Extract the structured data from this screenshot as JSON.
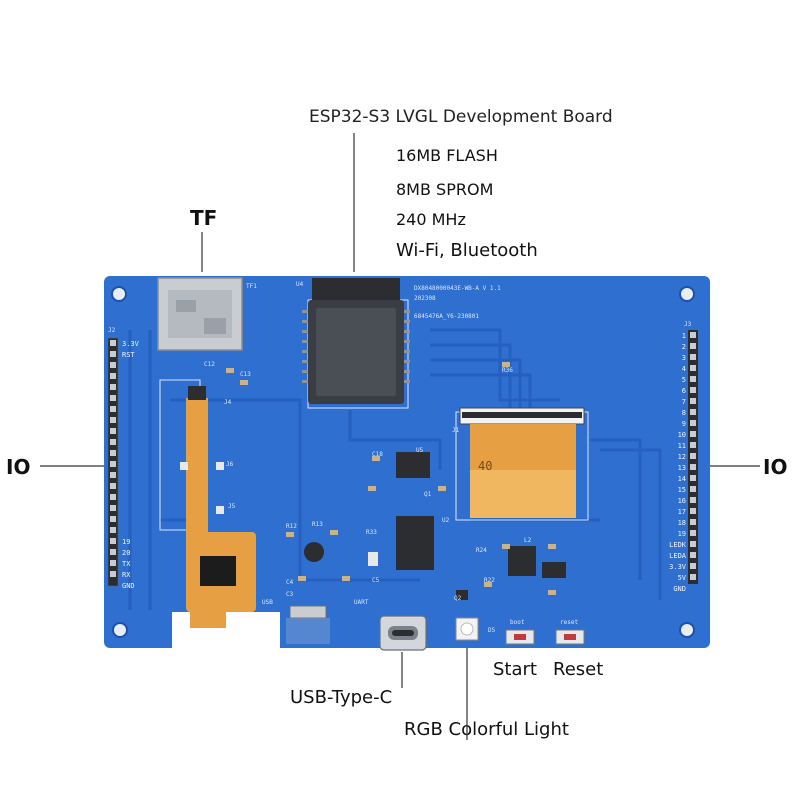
{
  "diagram": {
    "board_title": "ESP32-S3 LVGL Development Board",
    "specs": [
      "16MB FLASH",
      "8MB SPROM",
      "240 MHz",
      "Wi-Fi, Bluetooth"
    ],
    "callouts": {
      "tf": "TF",
      "io_left": "IO",
      "io_right": "IO",
      "usb_type_c": "USB-Type-C",
      "rgb_light": "RGB Colorful Light",
      "start": "Start",
      "reset": "Reset"
    },
    "silkscreen": {
      "model": "DX8048000043E-WB-A V 1.1",
      "date": "202308",
      "serial": "6845476A_Y6-230801",
      "u4": "U4",
      "tf1": "TF1",
      "j1": "J1",
      "j2": "J2",
      "j3": "J3",
      "j4": "J4",
      "j5": "J5",
      "j6": "J6",
      "usb": "USB",
      "uart": "UART",
      "boot": "boot",
      "reset": "reset",
      "q1": "Q1",
      "q2": "Q2",
      "u2": "U2",
      "u5": "U5",
      "l2": "L2",
      "d5": "D5",
      "r12": "R12",
      "r13": "R13",
      "r24": "R24",
      "r22": "R22",
      "r33": "R33",
      "r36": "R36",
      "c3": "C3",
      "c4": "C4",
      "c5": "C5",
      "c12": "C12",
      "c13": "C13",
      "c18": "C18",
      "fpc_mark": "40"
    },
    "left_header_pins": [
      "3.3V",
      "RST",
      "",
      "",
      "",
      "",
      "",
      "",
      "",
      "",
      "",
      "",
      "",
      "",
      "",
      "",
      "",
      "",
      "19",
      "20",
      "TX",
      "RX",
      "GND"
    ],
    "right_header_pins": [
      "1",
      "2",
      "3",
      "4",
      "5",
      "6",
      "7",
      "8",
      "9",
      "10",
      "11",
      "12",
      "13",
      "14",
      "15",
      "16",
      "17",
      "18",
      "19",
      "LEDK",
      "LEDA",
      "3.3V",
      "5V",
      "GND"
    ],
    "colors": {
      "pcb": "#2f6fd0",
      "pcb_trace": "#2560bf",
      "flex": "#e6a043",
      "silk": "#d8e6ff"
    }
  }
}
